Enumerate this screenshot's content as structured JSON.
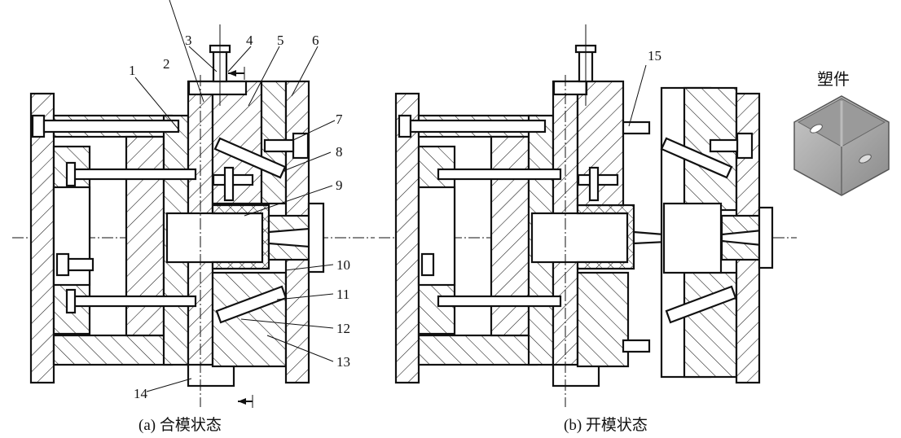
{
  "figure": {
    "subfigures": [
      {
        "id": "a",
        "caption": "(a)  合模状态",
        "leader_labels": [
          "1",
          "2",
          "3",
          "4",
          "5",
          "6",
          "7",
          "8",
          "9",
          "10",
          "11",
          "12",
          "13",
          "14"
        ]
      },
      {
        "id": "b",
        "caption": "(b)  开模状态",
        "leader_labels": [
          "15"
        ]
      }
    ],
    "product": {
      "label": "塑件"
    }
  }
}
